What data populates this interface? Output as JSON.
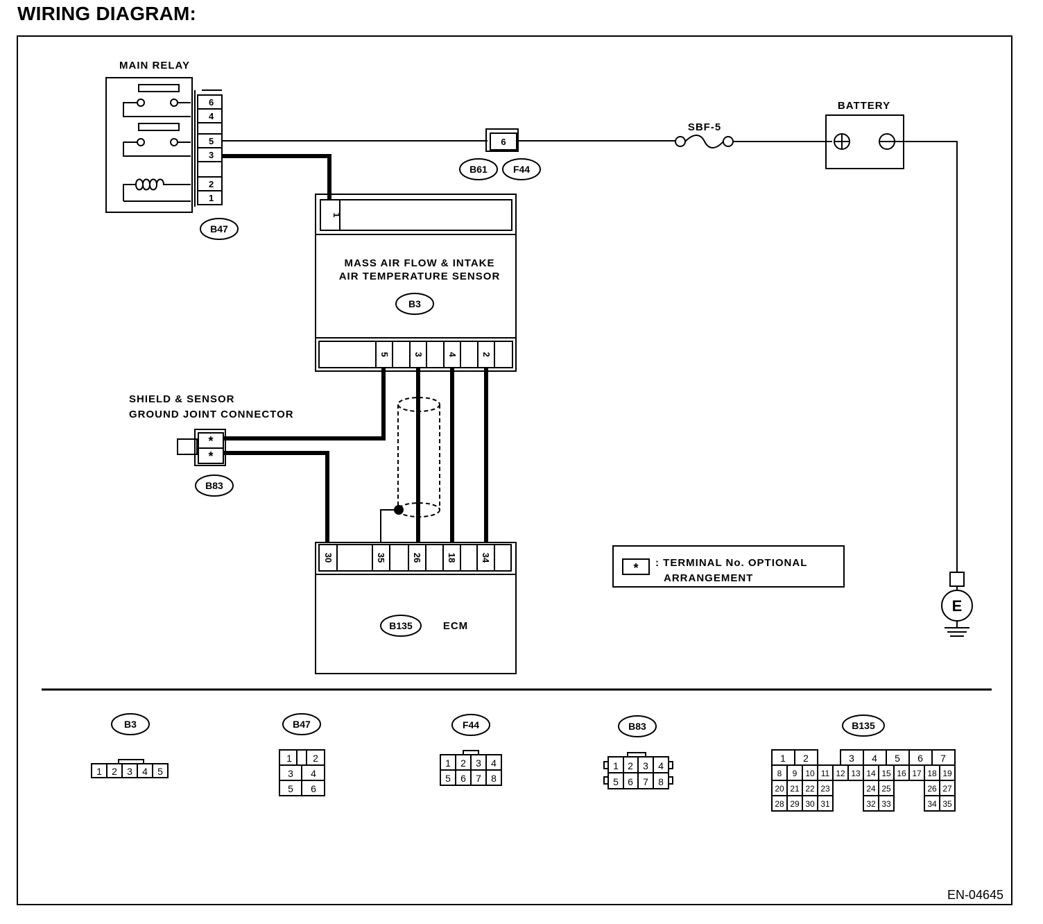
{
  "title": "WIRING DIAGRAM:",
  "labels": {
    "main_relay": "MAIN RELAY",
    "battery": "BATTERY",
    "fuse": "SBF-5",
    "sensor_line1": "MASS AIR FLOW & INTAKE",
    "sensor_line2": "AIR TEMPERATURE SENSOR",
    "shield_line1": "SHIELD & SENSOR",
    "shield_line2": "GROUND JOINT CONNECTOR",
    "ecm": "ECM",
    "ground": "E",
    "note_symbol": "*",
    "note_line1": ": TERMINAL No. OPTIONAL",
    "note_line2": "ARRANGEMENT",
    "figure_id": "EN-04645"
  },
  "connector_ids": {
    "relay": "B47",
    "sensor": "B3",
    "ecm": "B135",
    "joint": "B83",
    "mid_left": "B61",
    "mid_right": "F44"
  },
  "relay_pins": [
    "6",
    "4",
    "5",
    "3",
    "2",
    "1"
  ],
  "sensor_top_pin": "1",
  "sensor_bottom_pins": [
    "5",
    "3",
    "4",
    "2"
  ],
  "ecm_pins": [
    "30",
    "35",
    "26",
    "18",
    "34"
  ],
  "joint_pins": [
    "*",
    "*"
  ],
  "mid_connector_pin": "6",
  "battery_symbols": {
    "positive": "+",
    "negative": "−"
  },
  "connector_views": {
    "B3": {
      "id": "B3",
      "rows": [
        [
          "1",
          "2",
          "3",
          "4",
          "5"
        ]
      ]
    },
    "B47": {
      "id": "B47",
      "rows": [
        [
          "1",
          "2"
        ],
        [
          "3",
          "4"
        ],
        [
          "5",
          "6"
        ]
      ]
    },
    "F44": {
      "id": "F44",
      "rows": [
        [
          "1",
          "2",
          "3",
          "4"
        ],
        [
          "5",
          "6",
          "7",
          "8"
        ]
      ]
    },
    "B83": {
      "id": "B83",
      "rows": [
        [
          "1",
          "2",
          "3",
          "4"
        ],
        [
          "5",
          "6",
          "7",
          "8"
        ]
      ]
    },
    "B135": {
      "id": "B135",
      "rows": [
        [
          "1",
          "2",
          "3",
          "4",
          "5",
          "6",
          "7"
        ],
        [
          "8",
          "9",
          "10",
          "11",
          "12",
          "13",
          "14",
          "15",
          "16",
          "17",
          "18",
          "19"
        ],
        [
          "20",
          "21",
          "22",
          "23",
          "24",
          "25",
          "26",
          "27"
        ],
        [
          "28",
          "29",
          "30",
          "31",
          "32",
          "33",
          "34",
          "35"
        ]
      ]
    }
  }
}
